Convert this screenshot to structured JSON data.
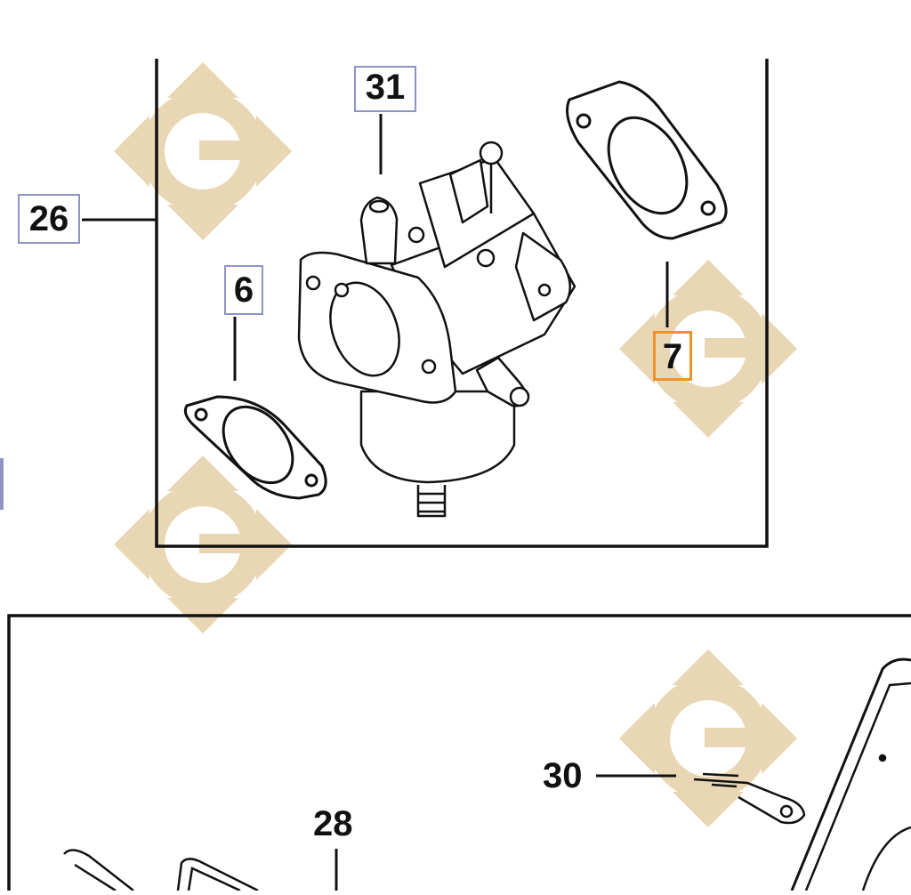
{
  "diagram": {
    "callouts": {
      "c31": "31",
      "c26": "26",
      "c6": "6",
      "c7": "7",
      "c30": "30",
      "c28": "28"
    },
    "highlighted_part": "7",
    "colors": {
      "line": "#111111",
      "callout_box": "#8f93c8",
      "highlight_box": "#f0922a",
      "watermark": "#e8d6b4"
    },
    "watermark_icon": "g-diamond-logo-icon"
  }
}
